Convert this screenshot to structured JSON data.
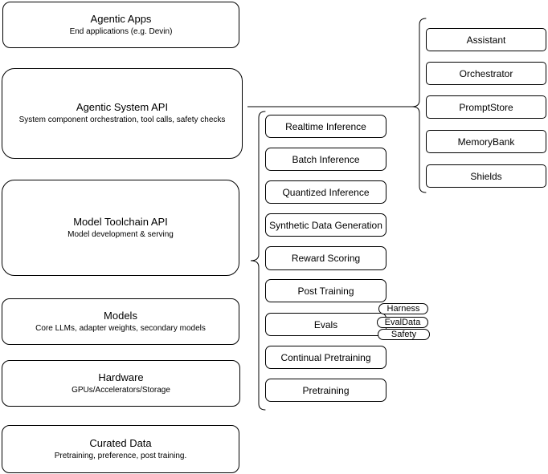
{
  "diagram": {
    "layers": [
      {
        "title": "Agentic Apps",
        "subtitle": "End applications (e.g. Devin)"
      },
      {
        "title": "Agentic System API",
        "subtitle": "System component orchestration, tool calls, safety checks"
      },
      {
        "title": "Model Toolchain API",
        "subtitle": "Model development & serving"
      },
      {
        "title": "Models",
        "subtitle": "Core LLMs, adapter weights, secondary models"
      },
      {
        "title": "Hardware",
        "subtitle": "GPUs/Accelerators/Storage"
      },
      {
        "title": "Curated Data",
        "subtitle": "Pretraining, preference, post training."
      }
    ],
    "toolchain_services": [
      {
        "label": "Realtime Inference"
      },
      {
        "label": "Batch Inference"
      },
      {
        "label": "Quantized Inference"
      },
      {
        "label": "Synthetic Data Generation"
      },
      {
        "label": "Reward Scoring"
      },
      {
        "label": "Post Training"
      },
      {
        "label": "Evals"
      },
      {
        "label": "Continual Pretraining"
      },
      {
        "label": "Pretraining"
      }
    ],
    "system_components": [
      {
        "label": "Assistant"
      },
      {
        "label": "Orchestrator"
      },
      {
        "label": "PromptStore"
      },
      {
        "label": "MemoryBank"
      },
      {
        "label": "Shields"
      }
    ],
    "eval_tags": [
      {
        "label": "Harness"
      },
      {
        "label": "EvalData"
      },
      {
        "label": "Safety"
      }
    ],
    "colors": {
      "stroke": "#000000",
      "fill": "#ffffff",
      "background": "#ffffff"
    }
  }
}
